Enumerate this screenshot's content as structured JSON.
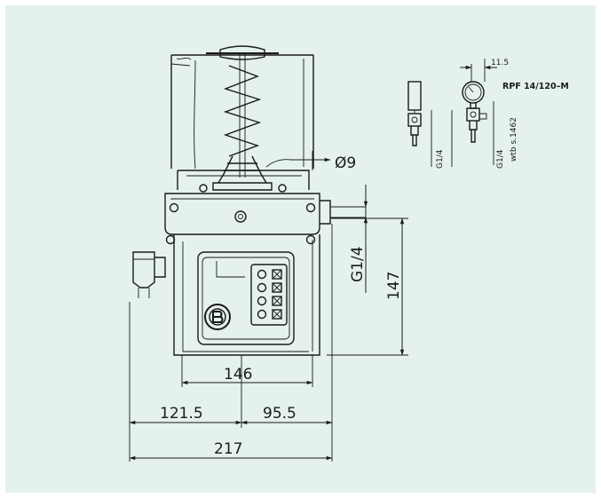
{
  "dimensions": {
    "tank_seal_diameter": "Ø9",
    "outlet_thread": "G1/4",
    "height": "147",
    "body_width": "146",
    "left_part": "121.5",
    "right_part": "95.5",
    "overall_width": "217"
  },
  "detail": {
    "model": "RPF 14/120–M",
    "offset": "11.5",
    "thread_left": "G1/4",
    "thread_right": "G1/4",
    "note": "wtb s.1462"
  },
  "colors": {
    "background": "#e4f1ec",
    "ink": "#1a1a1a"
  }
}
